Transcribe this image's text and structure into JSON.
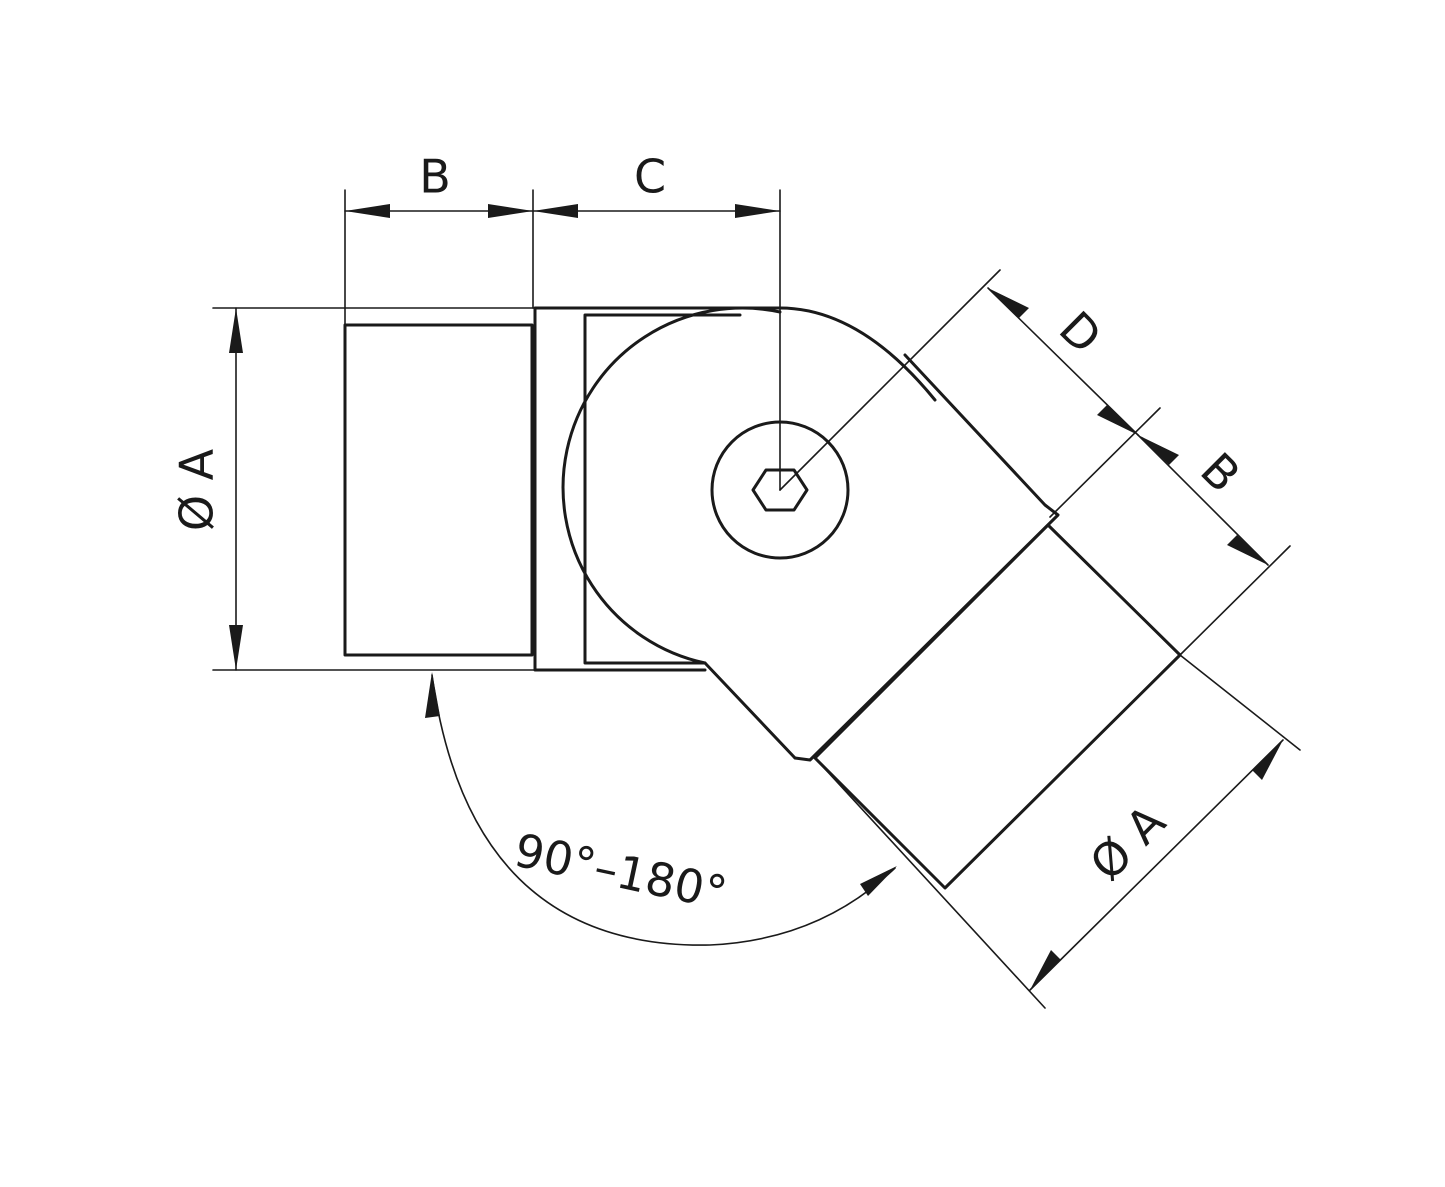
{
  "labels": {
    "dim_b_top": "B",
    "dim_c_top": "C",
    "dim_diameter_left": "Ø A",
    "dim_d_diag": "D",
    "dim_b_diag": "B",
    "dim_diameter_right": "Ø A",
    "angle_range": "90°–180°"
  },
  "colors": {
    "line": "#1a1a1a",
    "background": "#ffffff"
  }
}
